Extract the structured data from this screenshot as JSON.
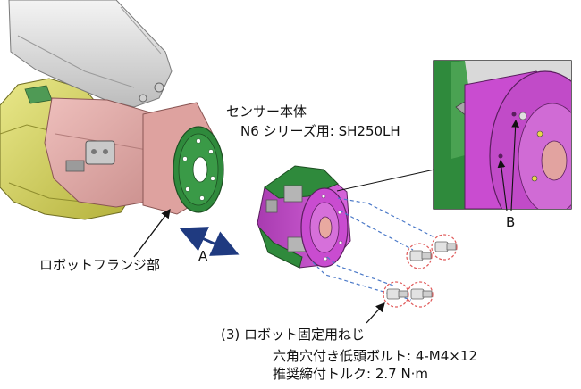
{
  "labels": {
    "sensor_body": "センサー本体",
    "sensor_model": "N6 シリーズ用: SH250LH",
    "flange": "ロボットフランジ部",
    "direction_a": "A",
    "callout_b": "B",
    "screws_title": "(3) ロボット固定用ねじ",
    "screws_spec": "六角穴付き低頭ボルト: 4-M4×12",
    "screws_torque": "推奨締付トルク: 2.7 N·m"
  },
  "colors": {
    "flange_pink": "#e3a9a7",
    "robot_yellow": "#d8d75a",
    "robot_white": "#dedede",
    "sensor_magenta": "#c94cd0",
    "sensor_green": "#2f8a3c",
    "arrow_navy": "#1f3a80",
    "dashed_blue": "#4b79c8",
    "screw_circle": "#e05a5a"
  }
}
